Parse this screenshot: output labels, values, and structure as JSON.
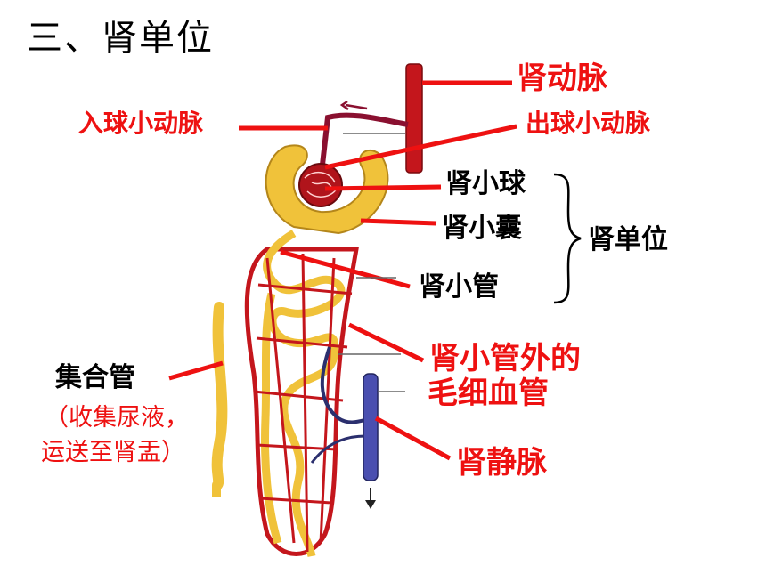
{
  "title": "三、肾单位",
  "labels": {
    "renal_artery": "肾动脉",
    "afferent_arteriole": "入球小动脉",
    "efferent_arteriole": "出球小动脉",
    "glomerulus": "肾小球",
    "bowman_capsule": "肾小囊",
    "renal_tubule": "肾小管",
    "nephron": "肾单位",
    "capillaries_line1": "肾小管外的",
    "capillaries_line2": "毛细血管",
    "collecting_duct": "集合管",
    "collecting_note_line1": "（收集尿液，",
    "collecting_note_line2": "运送至肾盂）",
    "renal_vein": "肾静脉"
  },
  "colors": {
    "artery": "#c4161c",
    "vein": "#3a3f9a",
    "tubule": "#f0c23a",
    "label_red": "#ee1111",
    "pointer_red": "#ee1111",
    "pointer_gray": "#666666"
  }
}
